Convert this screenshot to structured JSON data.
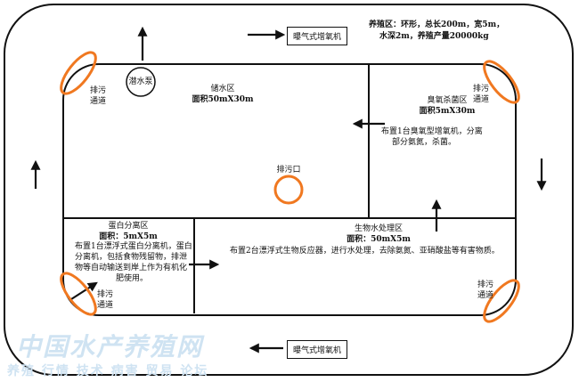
{
  "header_note": {
    "line1": "养殖区：环形，总长200m，宽5m，",
    "line2": "水深2m，养殖产量20000kg"
  },
  "aerator_top": "曝气式增氧机",
  "aerator_bottom": "曝气式增氧机",
  "pump": "潜水泵",
  "storage": {
    "title": "储水区",
    "area": "面积50mX30m"
  },
  "ozone": {
    "title": "臭氧杀菌区",
    "area": "面积5mX30m",
    "desc1": "布置1台臭氧型增氧机，分离",
    "desc2": "部分氨氮，杀菌。"
  },
  "outlet": "排污口",
  "protein": {
    "title": "蛋白分离区",
    "area": "面积：5mX5m",
    "desc1": "布置1台漂浮式蛋白分离机，蛋白",
    "desc2": "分离机，包括食物残留物，排泄",
    "desc3": "物等自动输送到岸上作为有机化",
    "desc4": "肥使用。"
  },
  "bio": {
    "title": "生物水处理区",
    "area": "面积：50mX5m",
    "desc": "布置2台漂浮式生物反应器，进行水处理，去除氨氮、亚硝酸盐等有害物质。"
  },
  "drain_tl": {
    "l1": "排污",
    "l2": "通道"
  },
  "drain_tr": {
    "l1": "排污",
    "l2": "通道"
  },
  "drain_bl": {
    "l1": "排污",
    "l2": "通道"
  },
  "drain_br": {
    "l1": "排污",
    "l2": "通道"
  },
  "watermark": {
    "title": "中国水产养殖网",
    "subtitle": "养殖 行情 技术 病害 贸易 论坛"
  },
  "colors": {
    "line": "#111111",
    "highlight": "#f07820",
    "watermark": "#cfe3f2"
  }
}
